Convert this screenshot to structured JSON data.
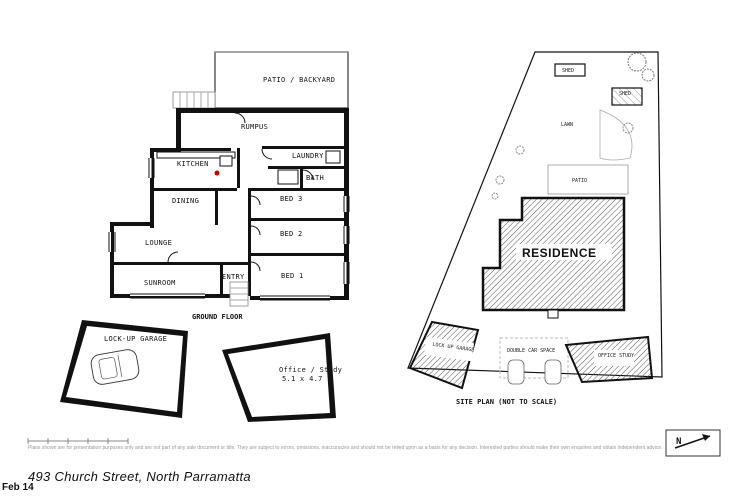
{
  "ground_floor": {
    "title": "GROUND FLOOR",
    "rooms": {
      "patio": "PATIO / BACKYARD",
      "rumpus": "RUMPUS",
      "kitchen": "KITCHEN",
      "laundry": "LAUNDRY",
      "bath": "BATH",
      "dining": "DINING",
      "bed3": "BED 3",
      "bed2": "BED 2",
      "lounge": "LOUNGE",
      "bed1": "BED 1",
      "sunroom": "SUNROOM",
      "entry": "ENTRY"
    }
  },
  "garage": {
    "label": "LOCK-UP GARAGE"
  },
  "office": {
    "label": "Office / Study",
    "size": "5.1 x 4.7"
  },
  "site_plan": {
    "title": "SITE PLAN (NOT TO SCALE)",
    "residence": "RESIDENCE",
    "shed1": "SHED",
    "shed2": "SHED",
    "lawn": "LAWN",
    "patio": "PATIO",
    "garage": "LOCK UP GARAGE",
    "double_carspace": "DOUBLE CAR SPACE",
    "office": "OFFICE STUDY"
  },
  "disclaimer": "Plans shown are for presentation purposes only and are not part of any sale document or title. They are subject to errors, omissions, inaccuracies and should not be relied upon as a basis for any decision. Interested parties should make their own enquiries and obtain independent advice.",
  "address": "493 Church Street, North Parramatta",
  "date_stamp": "Feb 14",
  "icons": [
    "north-arrow-icon",
    "scale-bar-icon",
    "car-icon",
    "stairs-icon"
  ]
}
